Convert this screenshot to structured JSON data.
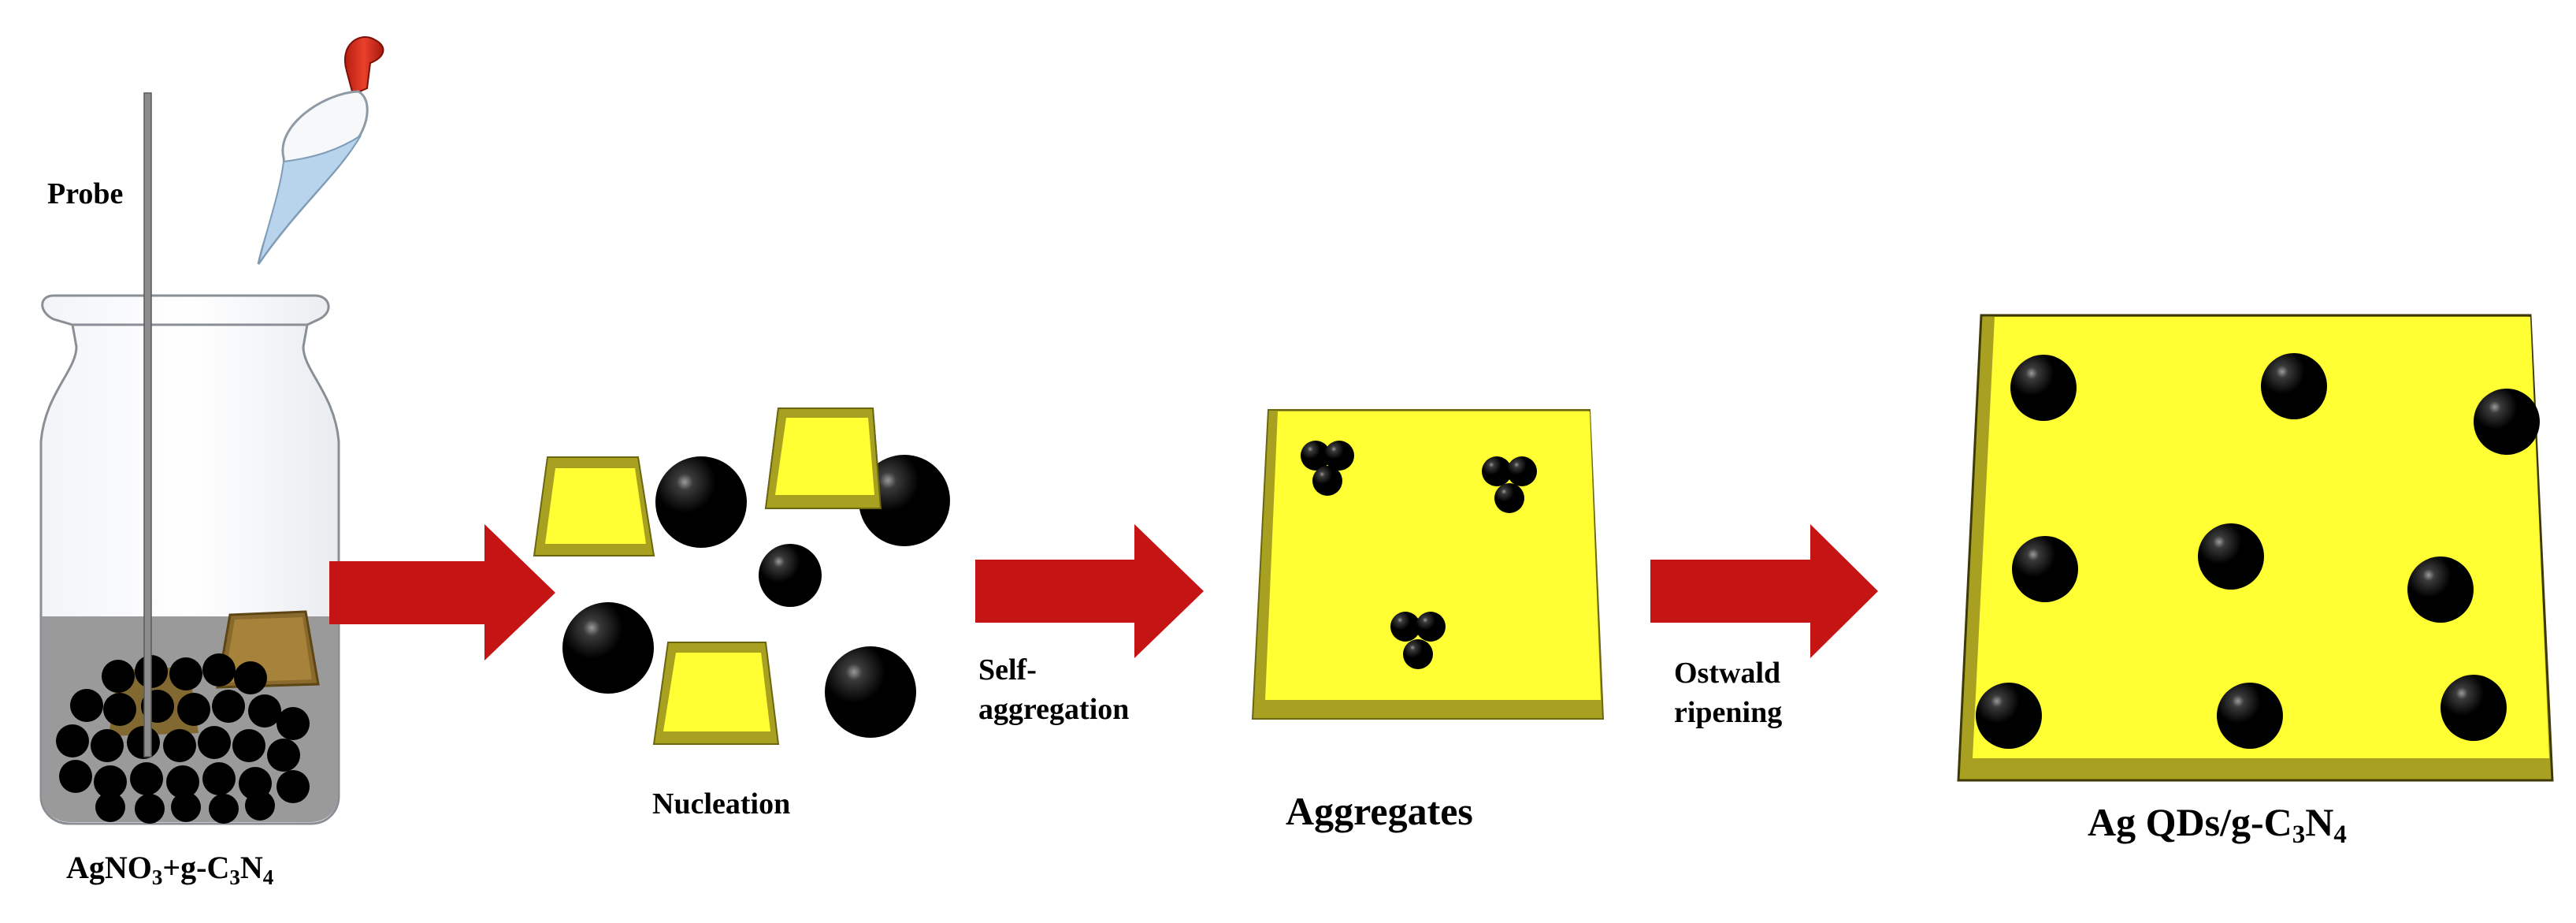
{
  "labels": {
    "probe": "Probe",
    "mixture_main": "AgNO",
    "mixture_sub1": "3",
    "mixture_mid": "+g-C",
    "mixture_sub2": "3",
    "mixture_n": "N",
    "mixture_sub3": "4",
    "nucleation": "Nucleation",
    "self_aggregation_line1": "Self-",
    "self_aggregation_line2": "aggregation",
    "aggregates": "Aggregates",
    "ostwald_line1": "Ostwald",
    "ostwald_line2": "ripening",
    "product_main": "Ag QDs/g-C",
    "product_sub1": "3",
    "product_n": "N",
    "product_sub2": "4"
  },
  "colors": {
    "arrow": "#c41414",
    "sheet_yellow": "#ffff33",
    "sheet_shadow": "#a8a020",
    "particle": "#000000",
    "dropper_bulb": "#d42a1a",
    "solution": "#9a9a9a"
  }
}
